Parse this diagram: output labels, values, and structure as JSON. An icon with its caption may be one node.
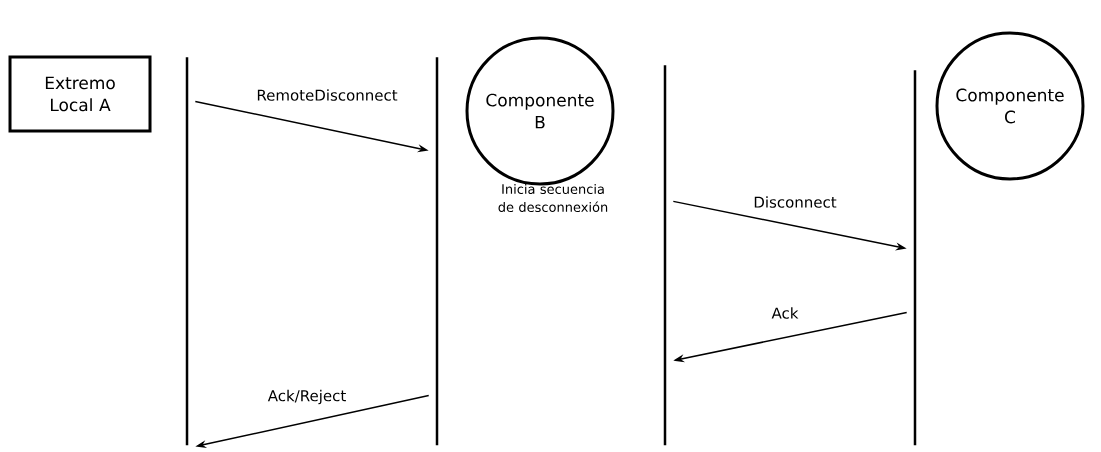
{
  "diagram": {
    "nodes": [
      {
        "text": [
          "Extremo Local A"
        ]
      },
      {
        "text": [
          "Componente B"
        ]
      },
      {
        "text": [
          "Componente C"
        ]
      },
      {
        "text": [],
        "shape": "bar"
      },
      {
        "text": [],
        "shape": "bar"
      },
      {
        "text": [],
        "shape": "bar"
      },
      {
        "text": [],
        "shape": "bar"
      }
    ],
    "edges": [
      {
        "from": 3,
        "to": 4,
        "arrow": "to",
        "label": "RemoteDisconnect"
      },
      {
        "from": 5,
        "to": 6,
        "arrow": "to",
        "label": "Disconnect"
      },
      {
        "from": 6,
        "to": 5,
        "arrow": "to",
        "label": "Ack"
      },
      {
        "from": 4,
        "to": 3,
        "arrow": "to",
        "label": "Ack/Reject"
      }
    ],
    "labels": [
      "Inicia secuencia de desconnexión"
    ]
  }
}
